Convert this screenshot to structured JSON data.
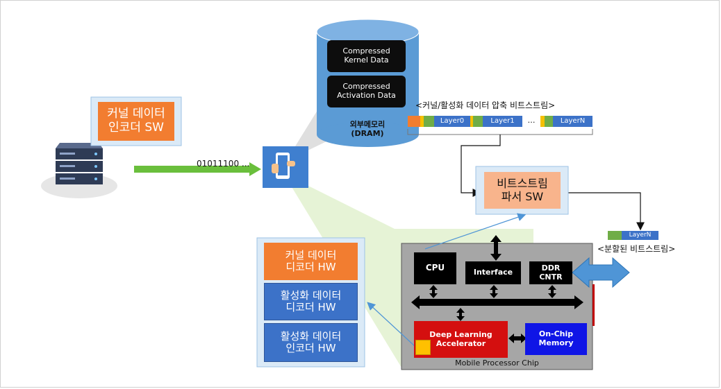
{
  "server_encoder_label": "커널 데이터\n인코더 SW",
  "bitstream_sample": "01011100 ...",
  "dram": {
    "title": "외부메모리\n(DRAM)",
    "kernel_block": "Compressed\nKernel Data",
    "activation_block": "Compressed\nActivation Data"
  },
  "compressed_bitstream": {
    "title": "<커널/활성화 데이터 압축 비트스트림>",
    "layer0": "Layer0",
    "layer1": "Layer1",
    "ellipsis": "…",
    "layerN": "LayerN"
  },
  "parser_label": "비트스트림\n파서 SW",
  "split_bitstream": {
    "layer_label": "LayerN",
    "caption": "<분할된 비트스트림>"
  },
  "hw_blocks": {
    "kernel_decoder": "커널 데이터\n디코더 HW",
    "activation_decoder": "활성화 데이터\n디코더 HW",
    "activation_encoder": "활성화 데이터\n인코더 HW"
  },
  "chip": {
    "cpu": "CPU",
    "interface": "Interface",
    "ddr": "DDR\nCNTR",
    "dla": "Deep Learning\nAccelerator",
    "onchip": "On-Chip\nMemory",
    "caption": "Mobile Processor Chip"
  },
  "colors": {
    "orange": "#f27d30",
    "blue": "#3c72c8",
    "dram_blue": "#5b9bd5",
    "chip_gray": "#a6a6a6",
    "dla_red": "#d40f0f",
    "onchip_blue": "#0f15e6",
    "green_arrow": "#6abf3c",
    "zoom_green": "#e6f3d6"
  }
}
